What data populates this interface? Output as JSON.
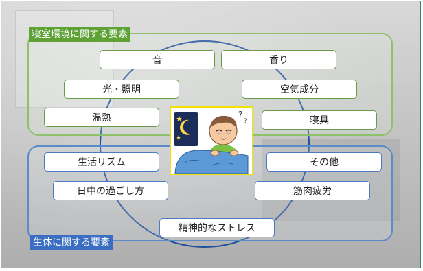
{
  "groups": {
    "environment_label": "寝室環境に関する要素",
    "body_label": "生体に関する要素"
  },
  "environment_items": [
    "音",
    "香り",
    "光・照明",
    "空気成分",
    "温熱",
    "寝具"
  ],
  "body_items": [
    "生活リズム",
    "その他",
    "日中の過ごし方",
    "筋肉疲労",
    "精神的なストレス"
  ],
  "center_icon": "sleepless-person-icon",
  "colors": {
    "env_green": "#5ea236",
    "body_blue": "#3b6ec2",
    "circle_blue": "#1f4e9a",
    "center_border": "#f2e200"
  }
}
